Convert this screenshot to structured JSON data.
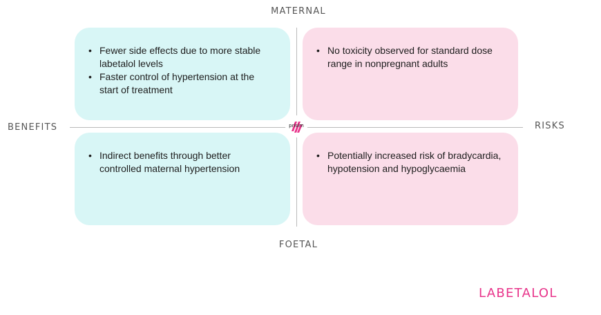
{
  "axes": {
    "top": "MATERNAL",
    "bottom": "FOETAL",
    "left": "BENEFITS",
    "right": "RISKS"
  },
  "quadrants": {
    "maternal_benefits": [
      "Fewer side effects due to more stable labetalol levels",
      "Faster control of hypertension at the start of treatment"
    ],
    "maternal_risks": [
      "No toxicity observed for standard dose range in nonpregnant adults"
    ],
    "foetal_benefits": [
      "Indirect benefits through better controlled maternal hypertension"
    ],
    "foetal_risks": [
      "Potentially increased risk of bradycardia, hypotension and hypoglycaemia"
    ]
  },
  "logo": {
    "text": "prisim"
  },
  "drug_name": "LABETALOL",
  "colors": {
    "benefit_fill": "#d8f6f6",
    "risk_fill": "#fbdde9",
    "accent": "#e8338a",
    "axis_line": "#b9b9b9"
  }
}
